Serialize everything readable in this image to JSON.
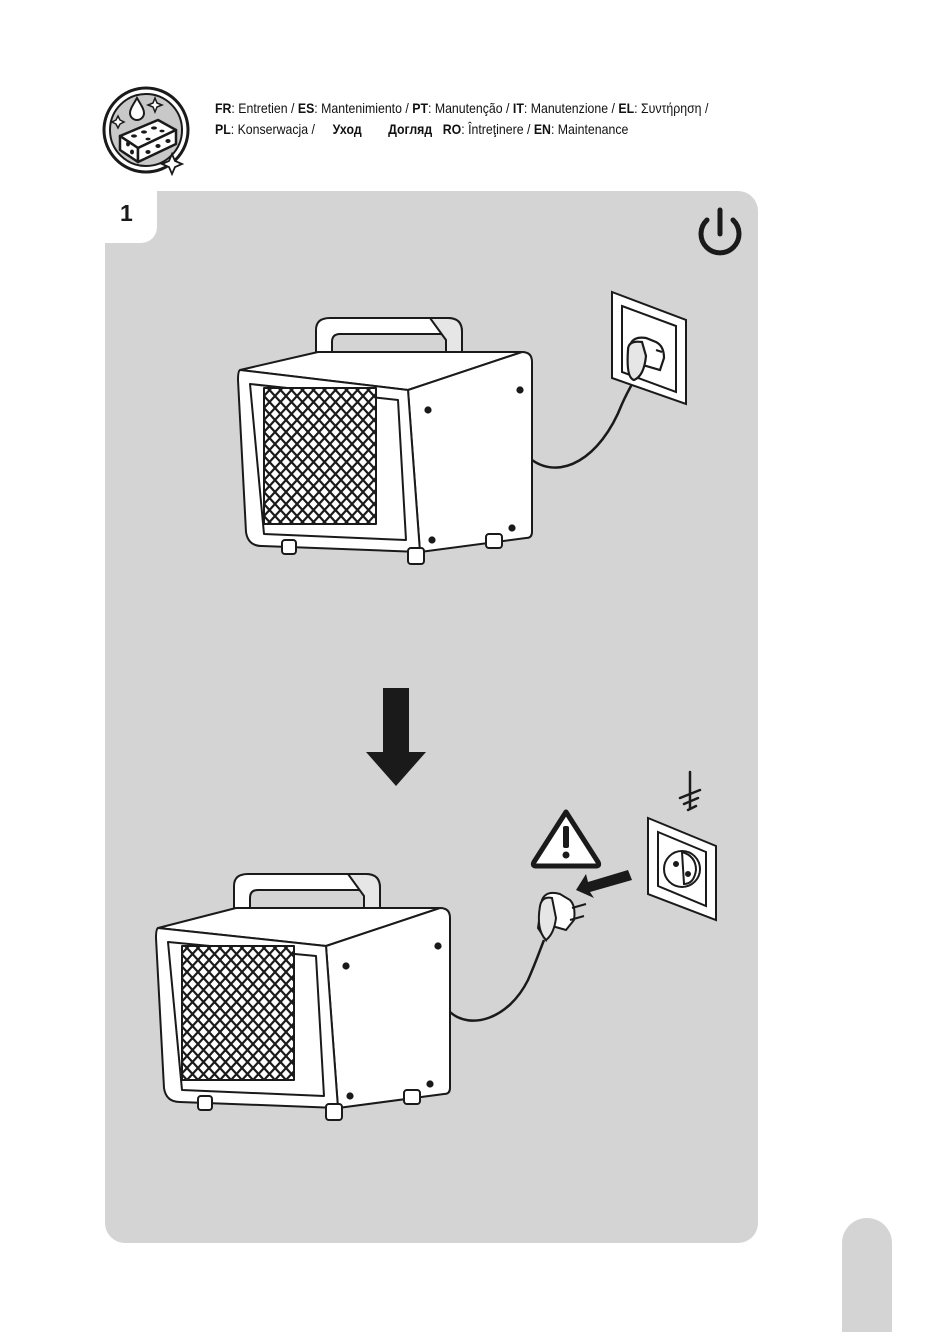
{
  "header": {
    "line1": [
      {
        "code": "FR",
        "text": ": Entretien / "
      },
      {
        "code": "ES",
        "text": ": Mantenimiento  / "
      },
      {
        "code": "PT",
        "text": ": Manutenção  / "
      },
      {
        "code": "IT",
        "text": ": Manutenzione / "
      },
      {
        "code": "EL",
        "text": ": Συντήρηση /"
      }
    ],
    "line2": {
      "pl_code": "PL",
      "pl_text": ": Konserwacja /",
      "ru_text": "Уход",
      "ua_text": "Догляд",
      "ro_code": "RO",
      "ro_text": ": Întreţinere / ",
      "en_code": "EN",
      "en_text": ":  Maintenance"
    }
  },
  "step": {
    "number": "1"
  },
  "icons": {
    "header": "cleaning-sponge-icon",
    "power": "power-icon",
    "arrow": "arrow-down-icon",
    "warning": "warning-triangle-icon",
    "ground": "ground-symbol-icon"
  },
  "colors": {
    "panel": "#d4d4d4",
    "ink": "#1a1a1a"
  }
}
